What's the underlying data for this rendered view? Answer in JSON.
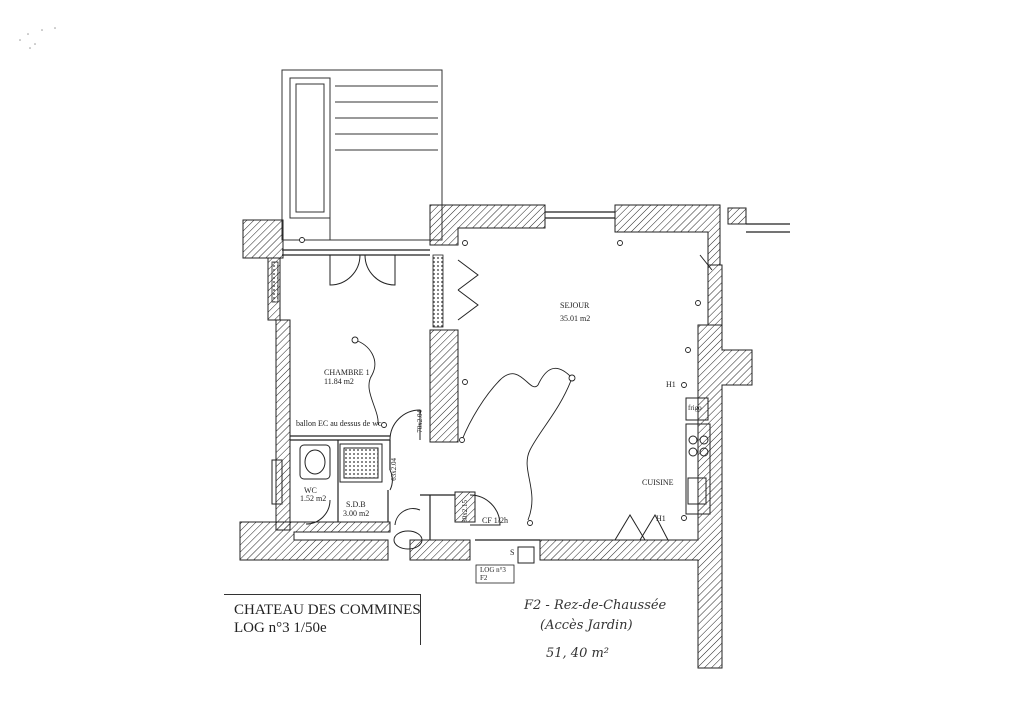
{
  "rooms": {
    "sejour_name": "SEJOUR",
    "sejour_area": "35.01 m2",
    "chambre_name": "CHAMBRE 1",
    "chambre_area": "11.84 m2",
    "wc_name": "WC",
    "wc_area": "1.52 m2",
    "sdb_name": "S.D.B",
    "sdb_area": "3.00 m2",
    "cuisine_name": "CUISINE",
    "frigo": "frigo"
  },
  "annotations": {
    "ballon": "ballon EC au dessus de wc",
    "h1_top": "H1",
    "h1_bottom": "H1",
    "cf": "CF 1/2h",
    "dim_door_1": "70x2.04",
    "dim_door_2": "80x2.15",
    "dim_door_3": "63x2.04",
    "s_mark": "S",
    "log_tag_line1": "LOG n°3",
    "log_tag_line2": "F2"
  },
  "title_block": {
    "line1": "CHATEAU DES COMMINES",
    "line2": "LOG n°3  1/50e"
  },
  "handwritten": {
    "line1": "F2 - Rez-de-Chaussée",
    "line2": "(Accès Jardin)",
    "line3": "51, 40 m²"
  },
  "colors": {
    "ink": "#222222",
    "paper": "#ffffff"
  }
}
